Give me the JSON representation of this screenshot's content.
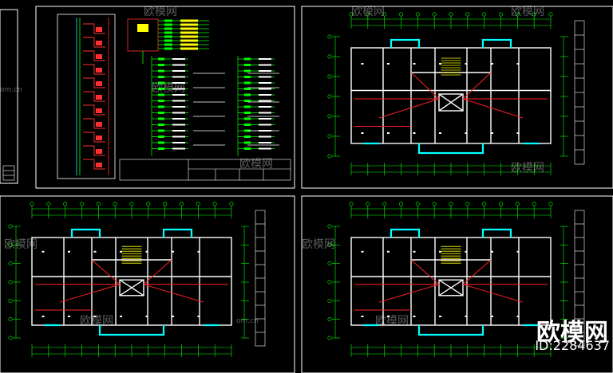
{
  "watermark": {
    "brand": "欧模网",
    "id_text": "ID:2284637",
    "site_text": "om.cn"
  },
  "colors": {
    "background": "#000000",
    "frame": "#ffffff",
    "grid": "#00ff00",
    "wall": "#ffffff",
    "accent_red": "#ff2020",
    "accent_cyan": "#00ffff",
    "accent_yellow": "#ffff00"
  },
  "sheets": [
    {
      "name": "distribution-system-diagram"
    },
    {
      "name": "floor-plan-upper-right"
    },
    {
      "name": "floor-plan-lower-left"
    },
    {
      "name": "floor-plan-lower-right"
    }
  ]
}
